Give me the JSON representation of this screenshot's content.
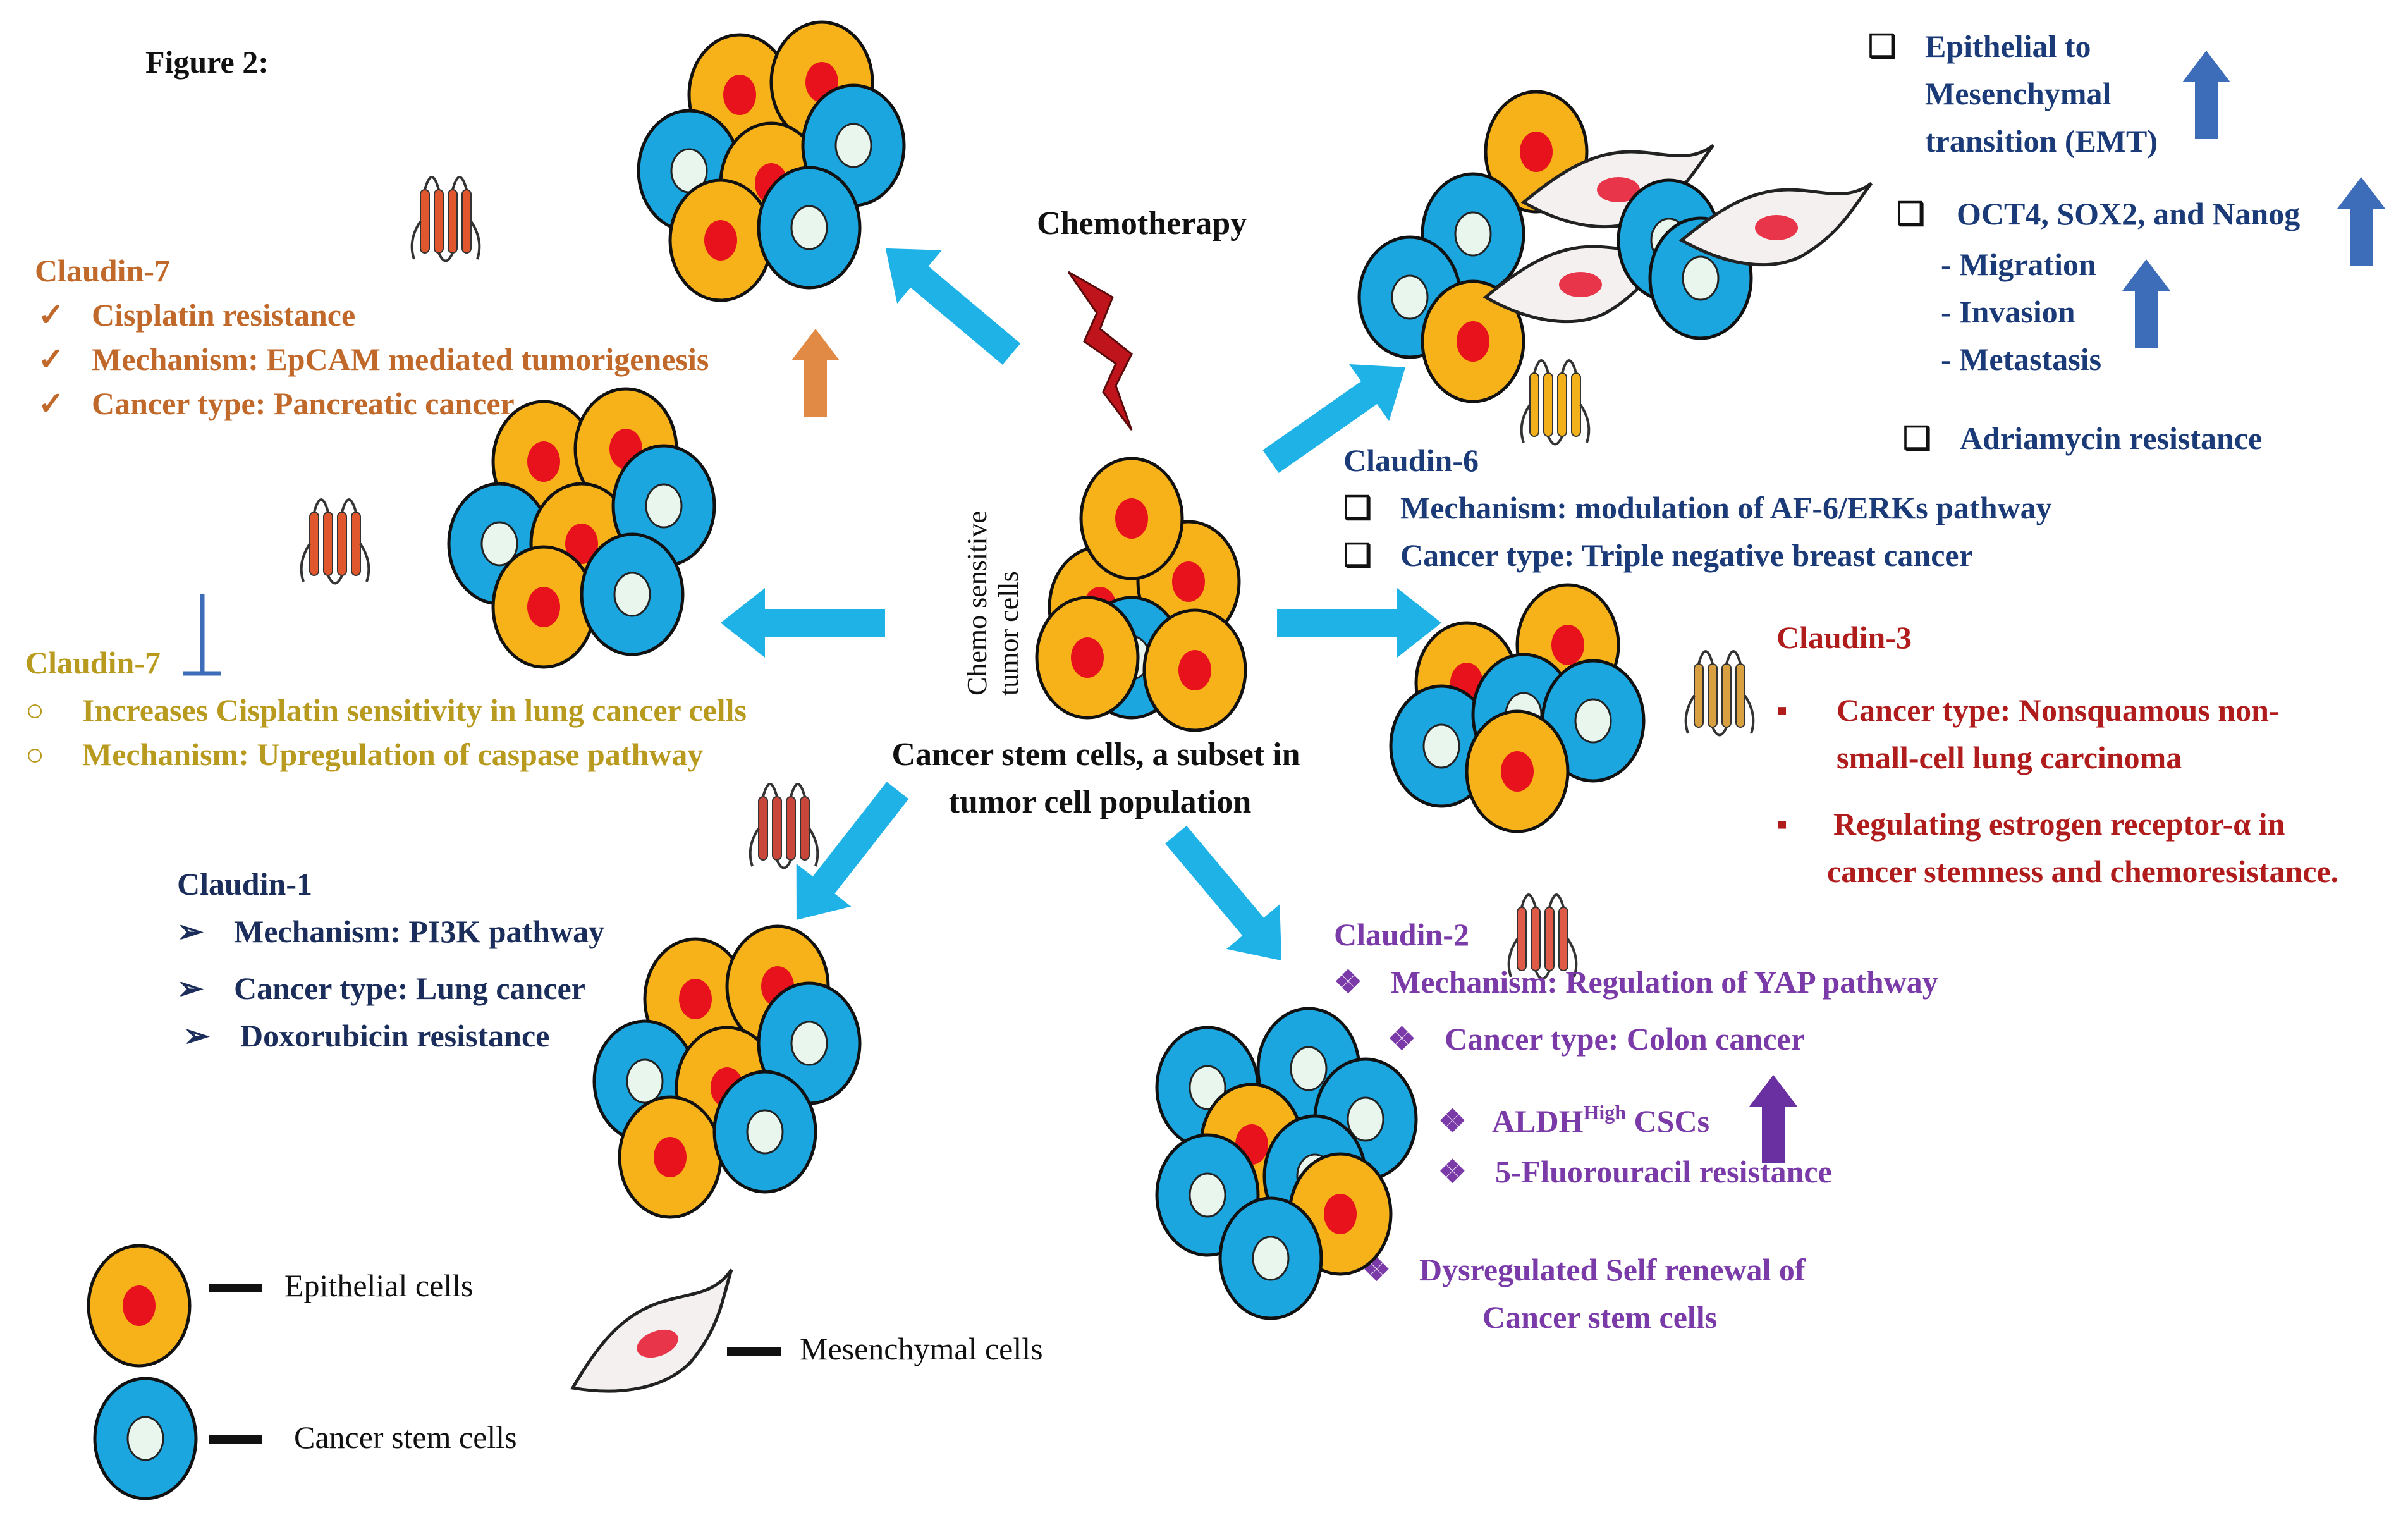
{
  "figure_label": "Figure 2:",
  "colors": {
    "arrow": "#1fb2e6",
    "epithelial_fill": "#f7b21a",
    "nucleus_red": "#e8121c",
    "stem_fill": "#1ba6e0",
    "stem_nucleus": "#e9f6ee",
    "claudin7_top": "#c0692a",
    "claudin7_left": "#b89a1e",
    "claudin1": "#1b2d5a",
    "claudin6": "#1b3a78",
    "claudin3": "#b01c1c",
    "claudin2": "#7a3aa8",
    "up_arrow_blue": "#3d6db8",
    "up_arrow_orange": "#e08a45",
    "up_arrow_purple": "#6a2fa0",
    "lightning": "#c0141c"
  },
  "center": {
    "chemotherapy": "Chemotherapy",
    "side_label_line1": "Chemo sensitive",
    "side_label_line2": "tumor cells",
    "caption_line1": "Cancer stem cells, a subset in",
    "caption_line2": "tumor cell population"
  },
  "claudin7_top": {
    "title": "Claudin-7",
    "items": [
      "Cisplatin resistance",
      "Mechanism: EpCAM mediated tumorigenesis",
      "Cancer type: Pancreatic cancer"
    ],
    "bullet": "✓"
  },
  "claudin7_left": {
    "title": "Claudin-7",
    "items": [
      "Increases Cisplatin sensitivity in lung cancer cells",
      "Mechanism: Upregulation of caspase pathway"
    ],
    "bullet": "○"
  },
  "claudin1": {
    "title": "Claudin-1",
    "items": [
      "Mechanism: PI3K pathway",
      "Cancer type: Lung cancer",
      "Doxorubicin resistance"
    ],
    "bullet": "➢"
  },
  "claudin6": {
    "title": "Claudin-6",
    "items": [
      "Mechanism: modulation of AF-6/ERKs pathway",
      "Cancer type: Triple negative breast cancer"
    ],
    "bullet": "❑"
  },
  "emt_panel": {
    "item1_line1": "Epithelial to",
    "item1_line2": "Mesenchymal",
    "item1_line3": "transition (EMT)",
    "item2": "OCT4, SOX2, and Nanog",
    "sub_items": [
      "- Migration",
      "- Invasion",
      "- Metastasis"
    ],
    "item3": "Adriamycin resistance",
    "bullet": "❑"
  },
  "claudin3": {
    "title": "Claudin-3",
    "item1_line1": "Cancer type: Nonsquamous non-",
    "item1_line2": "small-cell lung carcinoma",
    "item2_line1": "Regulating estrogen receptor-α in",
    "item2_line2": "cancer stemness and chemoresistance.",
    "bullet": "▪"
  },
  "claudin2": {
    "title": "Claudin-2",
    "items": [
      "Mechanism: Regulation of YAP pathway",
      "Cancer type: Colon cancer"
    ],
    "aldh_main": "ALDH",
    "aldh_sup": "High",
    "aldh_rest": " CSCs",
    "item_fu": "5-Fluorouracil resistance",
    "self_renewal_line1": "Dysregulated Self renewal of",
    "self_renewal_line2": "Cancer stem cells",
    "bullet": "❖"
  },
  "legend": {
    "epithelial": "Epithelial cells",
    "stem": "Cancer stem cells",
    "mesenchymal": "Mesenchymal cells"
  }
}
